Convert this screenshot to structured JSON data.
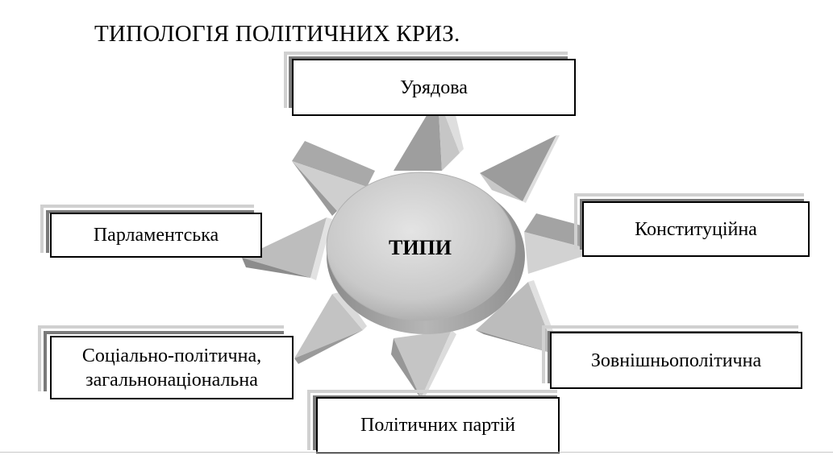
{
  "title": "ТИПОЛОГІЯ ПОЛІТИЧНИХ КРИЗ.",
  "center": {
    "label": "ТИПИ"
  },
  "types": {
    "top": "Урядова",
    "right_upper": "Конституційна",
    "right_lower": "Зовнішньополітична",
    "bottom": "Політичних партій",
    "left_upper": "Парламентська",
    "left_lower_line1": "Соціально-політична,",
    "left_lower_line2": "загальнонаціональна"
  }
}
